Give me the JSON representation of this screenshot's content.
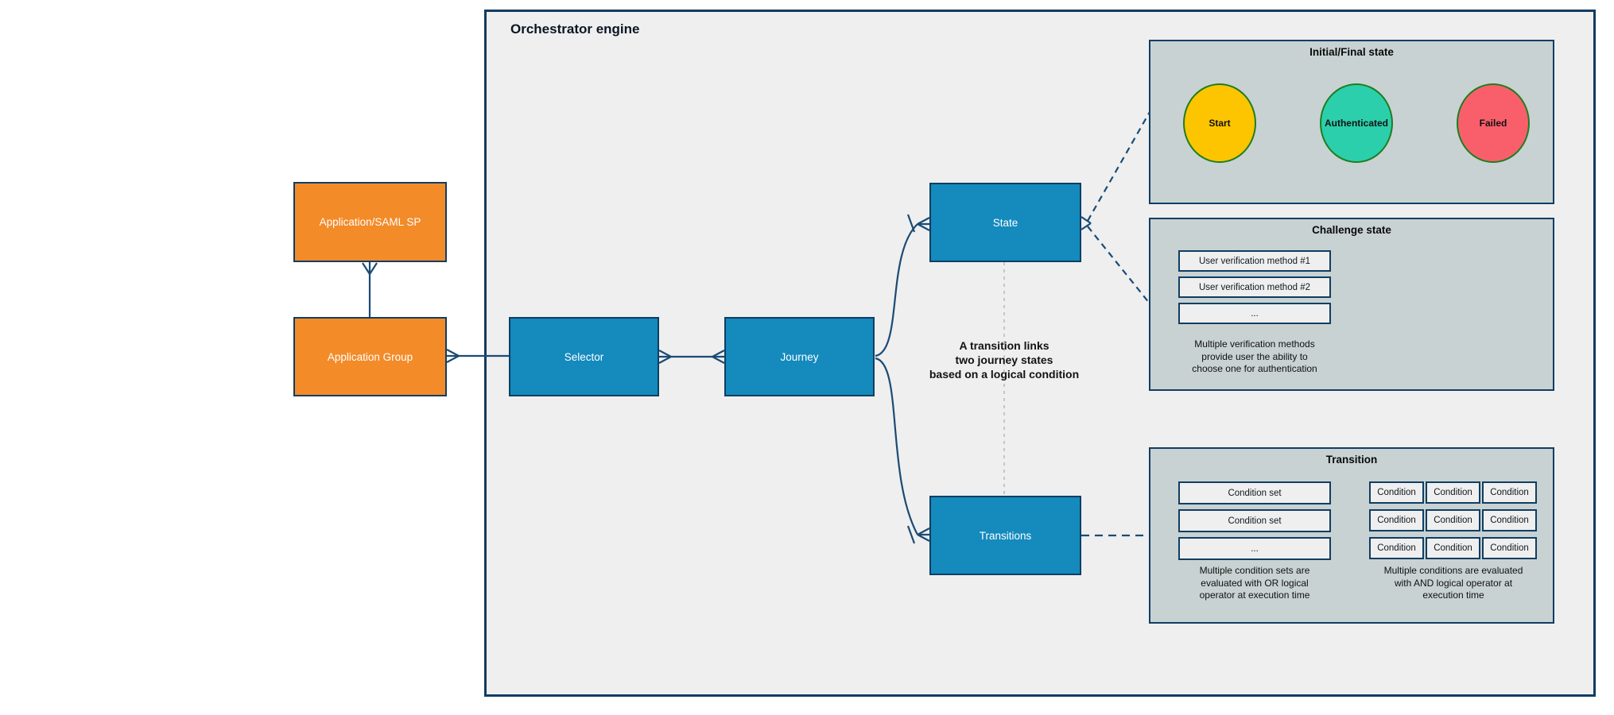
{
  "diagram": {
    "container": {
      "title": "Orchestrator engine"
    },
    "nodes": {
      "application_saml": {
        "label": "Application/SAML SP"
      },
      "application_group": {
        "label": "Application Group"
      },
      "selector": {
        "label": "Selector"
      },
      "journey": {
        "label": "Journey"
      },
      "state": {
        "label": "State"
      },
      "transitions": {
        "label": "Transitions"
      }
    },
    "annotation": {
      "line1": "A transition links",
      "line2": "two journey states",
      "line3": "based on a logical condition"
    },
    "panels": {
      "initial_final": {
        "title": "Initial/Final state",
        "states": [
          {
            "label": "Start",
            "color": "#fcc500"
          },
          {
            "label": "Authenticated",
            "color": "#2bcfac"
          },
          {
            "label": "Failed",
            "color": "#f95f6b"
          }
        ]
      },
      "challenge": {
        "title": "Challenge state",
        "methods": [
          "User verification method #1",
          "User verification method #2",
          "..."
        ],
        "caption": [
          "Multiple verification methods",
          "provide user the ability to",
          "choose one for authentication"
        ]
      },
      "transition": {
        "title": "Transition",
        "condition_sets": [
          "Condition set",
          "Condition set",
          "..."
        ],
        "condition_grid": [
          [
            "Condition",
            "Condition",
            "Condition"
          ],
          [
            "Condition",
            "Condition",
            "Condition"
          ],
          [
            "Condition",
            "Condition",
            "Condition"
          ]
        ],
        "caption_or": [
          "Multiple condition sets are",
          "evaluated with OR logical",
          "operator at execution time"
        ],
        "caption_and": [
          "Multiple conditions are evaluated",
          "with AND logical operator at",
          "execution time"
        ]
      }
    },
    "colors": {
      "node_orange": "#f38b29",
      "node_blue": "#148abd",
      "border_navy": "#0f3e63",
      "connector_navy": "#1b4b75",
      "orchestrator_fill": "#efefef",
      "panel_fill": "#c8d2d2",
      "circle_border_green": "#1e7d20",
      "gray_dash": "#bbbbbb"
    }
  }
}
